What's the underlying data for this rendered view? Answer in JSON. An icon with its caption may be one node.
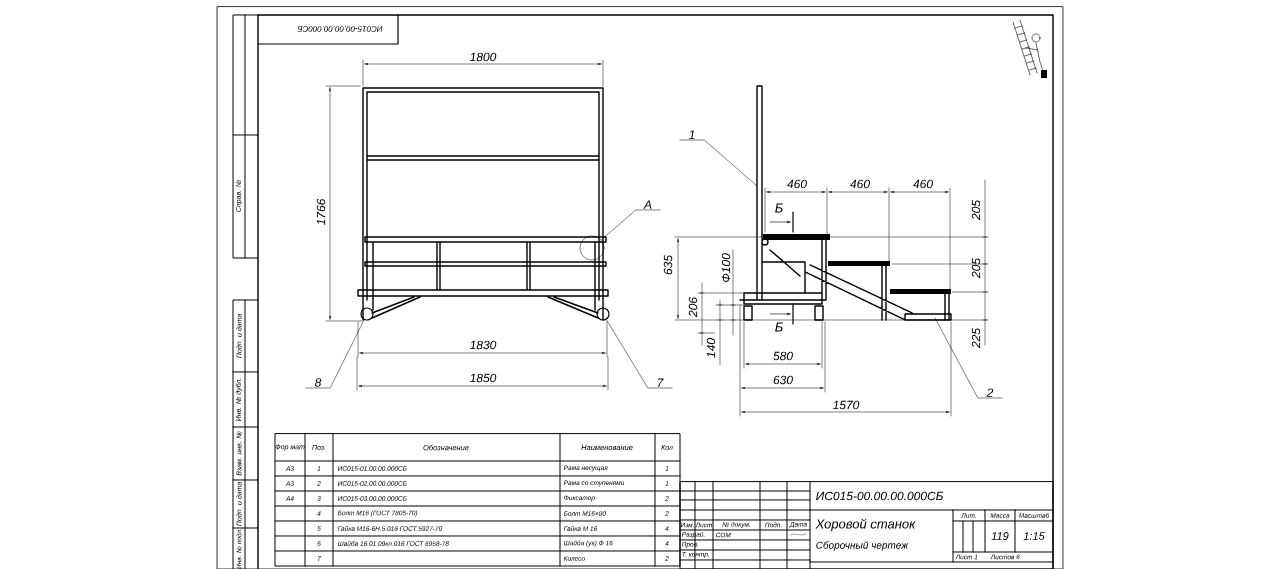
{
  "diagram": {
    "nodes": [
      {
        "text": [
          "1"
        ]
      },
      {
        "text": [
          "А"
        ]
      },
      {
        "text": [
          "8"
        ]
      },
      {
        "text": [
          "7"
        ]
      },
      {
        "text": [
          "2"
        ]
      },
      {
        "text": [],
        "shape": "circle"
      },
      {
        "text": [],
        "shape": "circle"
      },
      {
        "text": [],
        "shape": "circle"
      }
    ],
    "edges": [
      {
        "from": 0,
        "to": null,
        "arrow": "none"
      },
      {
        "from": 1,
        "to": 5,
        "arrow": "none"
      },
      {
        "from": 2,
        "to": 6,
        "arrow": "none"
      },
      {
        "from": 3,
        "to": 7,
        "arrow": "none"
      },
      {
        "from": 4,
        "to": null,
        "arrow": "none"
      }
    ],
    "labels": [
      "ИС015-00.00.00.000СБ",
      "1800",
      "460",
      "460",
      "460",
      "205",
      "Б",
      "1766",
      "635",
      "Ф100",
      "205",
      "206",
      "Б",
      "225",
      "140",
      "1830",
      "580",
      "1850",
      "630",
      "1570",
      "Фор мат",
      "Поз.",
      "Обозначение",
      "Наименование",
      "Кол",
      "А3",
      "1",
      "ИС015-01.00.00.000СБ",
      "Рама несущая",
      "1",
      "А3",
      "2",
      "ИС015-02.00.00.000СБ",
      "Рама со ступенями",
      "1",
      "А4",
      "3",
      "ИС015-03.00.00.000СБ",
      "Фиксатор",
      "2",
      "4",
      "Болт М16 (ГОСТ 7805-70)",
      "Болт М16×80",
      "2",
      "5",
      "Гайка М16-6Н.5.016 ГОСТ 5927-70",
      "Гайка М 16",
      "4",
      "6",
      "Шайба 16.01.09кп.016 ГОСТ 6958-78",
      "Шайба (уs) Ф 16",
      "4",
      "7",
      "Колесо",
      "2",
      "ИС015-00.00.00.000СБ",
      "Изм.",
      "Лист",
      "№ докум.",
      "Подп.",
      "Дата",
      "Разраб.",
      "СОМ",
      "Пров.",
      "Т. контр.",
      "Хоровой станок",
      "Сборочный чертеж",
      "Лит.",
      "Масса",
      "Масштаб",
      "119",
      "1:15",
      "Лист 1",
      "Листов 6",
      "Справ. №",
      "Подп. и дата",
      "Инв. № дубл.",
      "Взам. инв. №",
      "Подп. и дата",
      "Инв. № подл."
    ]
  }
}
